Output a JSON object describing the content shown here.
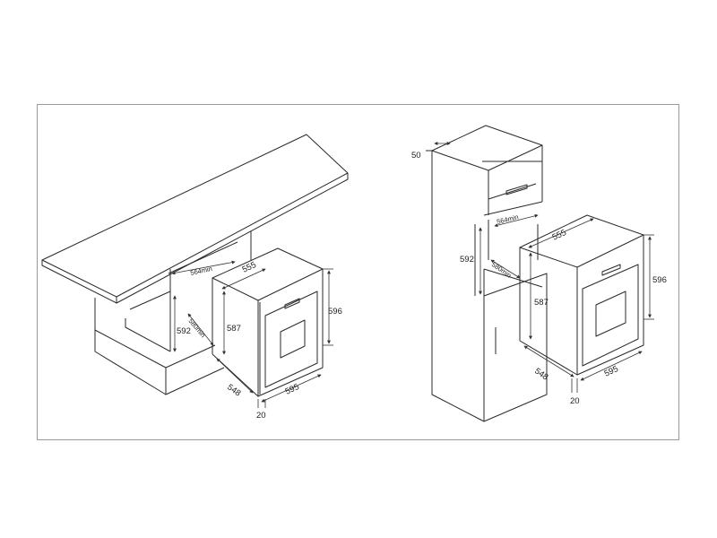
{
  "left_view": {
    "d_564": "564min",
    "d_555": "555",
    "d_596": "596",
    "d_580": "580min",
    "d_587": "587",
    "d_592": "592",
    "d_548": "548",
    "d_595": "595",
    "d_20": "20"
  },
  "right_view": {
    "d_50": "50",
    "d_564": "564min",
    "d_555": "555",
    "d_592": "592",
    "d_580": "580min",
    "d_596": "596",
    "d_587": "587",
    "d_548": "548",
    "d_595": "595",
    "d_20": "20"
  }
}
